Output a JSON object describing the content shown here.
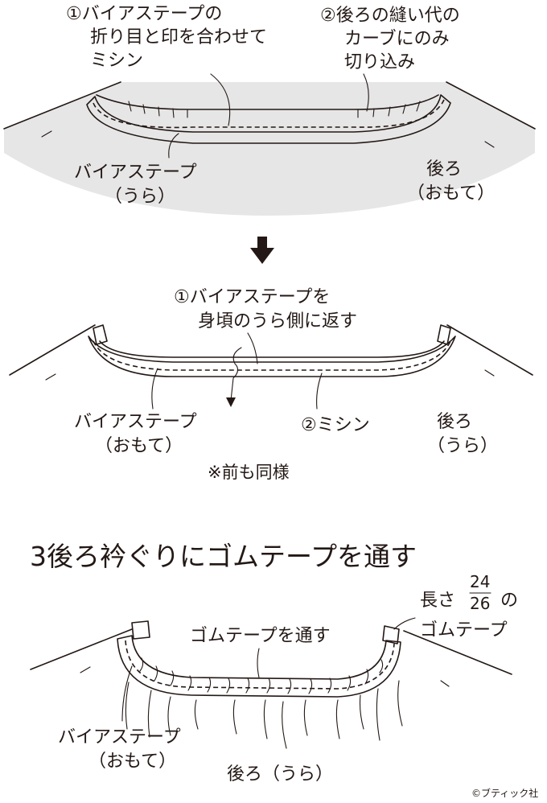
{
  "step1": {
    "label_sew": [
      "①バイアステープの",
      "折り目と印を合わせて",
      "ミシン"
    ],
    "label_cut": [
      "②後ろの縫い代の",
      "カーブにのみ",
      "切り込み"
    ],
    "label_tape": [
      "バイアステープ",
      "（うら）"
    ],
    "label_back": [
      "後ろ",
      "（おもて）"
    ]
  },
  "step2": {
    "label_turn": [
      "①バイアステープを",
      "身頃のうら側に返す"
    ],
    "label_tape": [
      "バイアステープ",
      "（おもて）"
    ],
    "label_stitch": "②ミシン",
    "label_back": [
      "後ろ",
      "（うら）"
    ],
    "note": "※前も同様"
  },
  "step3": {
    "heading": "3後ろ衿ぐりにゴムテープを通す",
    "label_thread": "ゴムテープを通す",
    "length_prefix": "長さ",
    "fraction_top": "24",
    "fraction_bottom": "26",
    "length_suffix": "の",
    "label_elastic": "ゴムテープ",
    "label_tape": [
      "バイアステープ",
      "（おもて）"
    ],
    "label_back": "後ろ（うら）"
  },
  "credit": "©ブティック社",
  "colors": {
    "line": "#231815",
    "shade": "#e6e6e6",
    "background": "#ffffff"
  }
}
